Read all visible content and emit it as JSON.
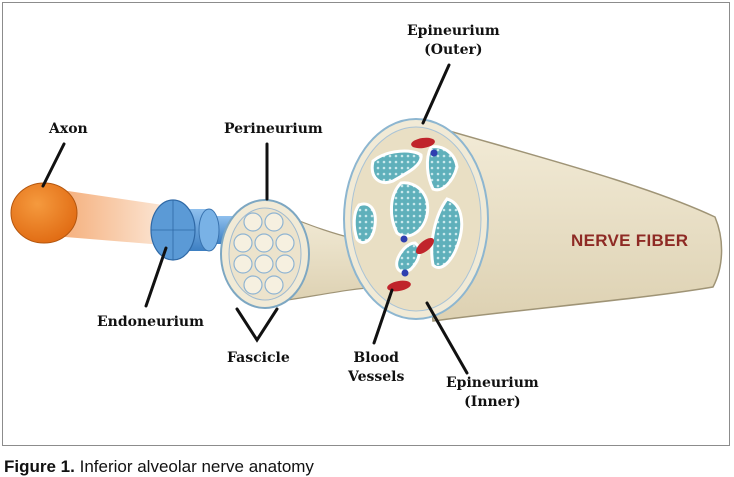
{
  "diagram": {
    "labels": {
      "axon": "Axon",
      "perineurium": "Perineurium",
      "epineurium_outer_line1": "Epineurium",
      "epineurium_outer_line2": "(Outer)",
      "endoneurium": "Endoneurium",
      "fascicle": "Fascicle",
      "blood_vessels_line1": "Blood",
      "blood_vessels_line2": "Vessels",
      "epineurium_inner_line1": "Epineurium",
      "epineurium_inner_line2": "(Inner)",
      "nerve_fiber": "NERVE FIBER"
    },
    "colors": {
      "axon": "#e8781c",
      "endoneurium": "#5b9ad6",
      "nerve_tissue": "#ece3cc",
      "fascicle_fill": "#5fb0bb",
      "vessel_red": "#c0242b",
      "vessel_blue": "#2f3fb0",
      "title_text": "#8e2a24"
    }
  },
  "caption": {
    "label": "Figure 1.",
    "text": "Inferior alveolar nerve anatomy"
  }
}
